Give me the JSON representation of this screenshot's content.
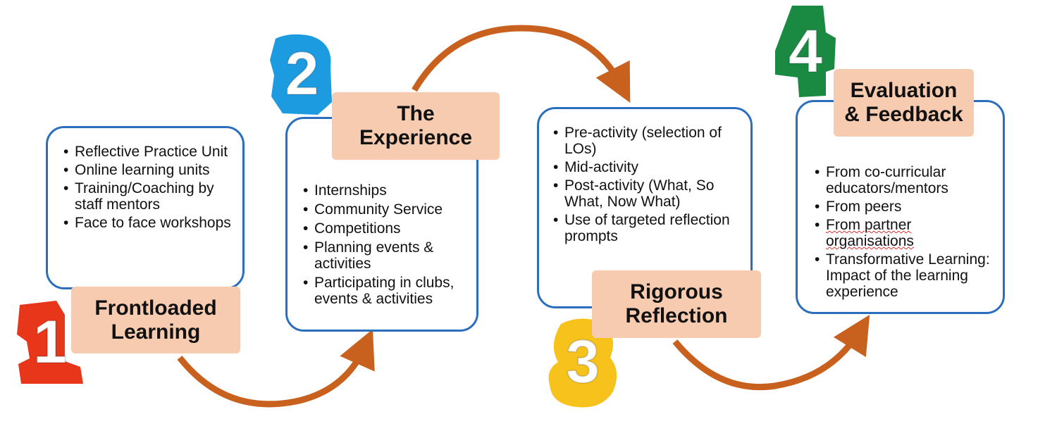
{
  "steps": [
    {
      "number": "1",
      "title": "Frontloaded\nLearning",
      "items": [
        "Reflective Practice Unit",
        "Online learning units",
        "Training/Coaching by staff mentors",
        "Face to face workshops"
      ],
      "color": "#e8361b"
    },
    {
      "number": "2",
      "title": "The\nExperience",
      "items": [
        "Internships",
        "Community Service",
        "Competitions",
        "Planning events & activities",
        "Participating in clubs, events & activities"
      ],
      "color": "#1d9be0"
    },
    {
      "number": "3",
      "title": "Rigorous\nReflection",
      "items": [
        "Pre-activity (selection of LOs)",
        "Mid-activity",
        "Post-activity (What, So What, Now What)",
        "Use of targeted reflection prompts"
      ],
      "color": "#f7c21b"
    },
    {
      "number": "4",
      "title": "Evaluation\n& Feedback",
      "items": [
        "From co-curricular educators/mentors",
        "From peers",
        "From partner organisations",
        "Transformative Learning: Impact of the learning experience"
      ],
      "color": "#1a8a43"
    }
  ],
  "colors": {
    "box_border": "#2a6ebd",
    "title_fill": "#f7cbb0",
    "arrow": "#c8601e"
  }
}
